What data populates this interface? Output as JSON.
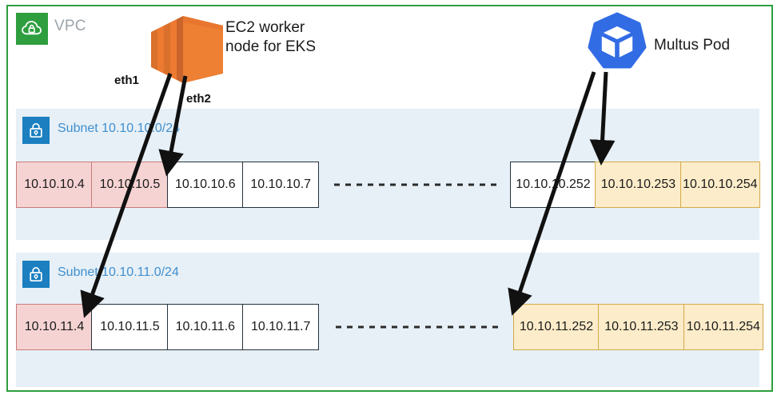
{
  "diagram": {
    "vpc": {
      "label": "VPC",
      "icon": "vpc-cloud-lock-icon",
      "border_color": "#2e9e3e"
    },
    "nodes": {
      "ec2": {
        "label": "EC2 worker\nnode for EKS",
        "icon": "ec2-instance-icon",
        "color": "#ec7a30",
        "interfaces": [
          {
            "name": "eth1",
            "target": "10.10.11.4"
          },
          {
            "name": "eth2",
            "target": "10.10.10.5"
          }
        ]
      },
      "pod": {
        "label": "Multus Pod",
        "icon": "kubernetes-pod-icon",
        "color": "#326ce5",
        "targets": [
          "10.10.10.253",
          "10.10.11.252"
        ]
      }
    },
    "subnets": [
      {
        "label": "Subnet 10.10.10.0/24",
        "icon": "subnet-lock-icon",
        "left_cells": [
          {
            "ip": "10.10.10.4",
            "state": "pink"
          },
          {
            "ip": "10.10.10.5",
            "state": "pink"
          },
          {
            "ip": "10.10.10.6",
            "state": "plain"
          },
          {
            "ip": "10.10.10.7",
            "state": "plain"
          }
        ],
        "right_cells": [
          {
            "ip": "10.10.10.252",
            "state": "plain"
          },
          {
            "ip": "10.10.10.253",
            "state": "cream"
          },
          {
            "ip": "10.10.10.254",
            "state": "cream"
          }
        ]
      },
      {
        "label": "Subnet 10.10.11.0/24",
        "icon": "subnet-lock-icon",
        "left_cells": [
          {
            "ip": "10.10.11.4",
            "state": "pink"
          },
          {
            "ip": "10.10.11.5",
            "state": "plain"
          },
          {
            "ip": "10.10.11.6",
            "state": "plain"
          },
          {
            "ip": "10.10.11.7",
            "state": "plain"
          }
        ],
        "right_cells": [
          {
            "ip": "10.10.11.252",
            "state": "cream"
          },
          {
            "ip": "10.10.11.253",
            "state": "cream"
          },
          {
            "ip": "10.10.11.254",
            "state": "cream"
          }
        ]
      }
    ],
    "colors": {
      "pink_fill": "#f6d3d3",
      "pink_border": "#c77b7b",
      "cream_fill": "#fcecc9",
      "cream_border": "#d4a94a",
      "subnet_band": "#e7f0f6",
      "subnet_badge": "#1b7fc0",
      "subnet_text": "#3f8fd0",
      "vpc_green": "#2e9e3e",
      "vpc_text": "#9aa4ab"
    }
  }
}
